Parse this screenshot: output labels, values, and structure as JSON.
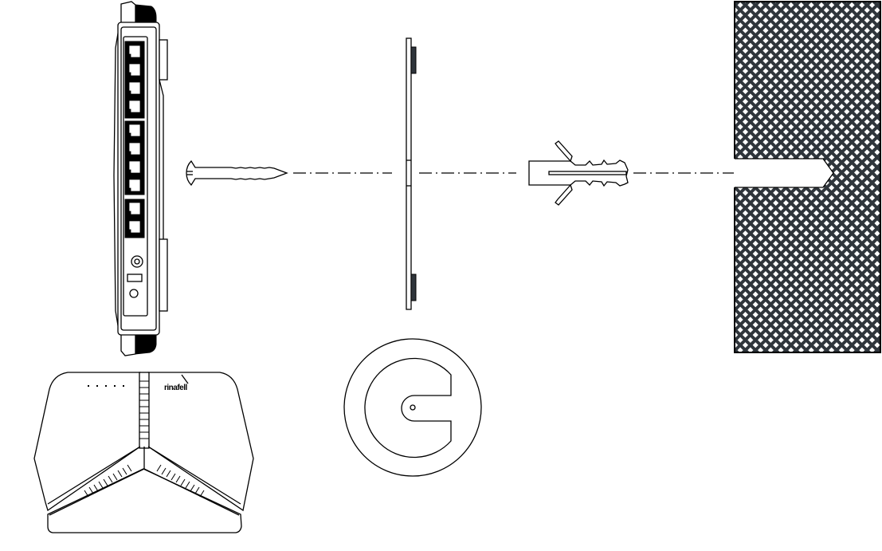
{
  "diagram": {
    "type": "wall-mount installation illustration",
    "components": [
      {
        "id": "router-side-view",
        "label": "Router (side view with ports)",
        "ports": 10,
        "extra": [
          "power-jack",
          "switch",
          "button"
        ]
      },
      {
        "id": "screw",
        "label": "Screw"
      },
      {
        "id": "mounting-plate",
        "label": "Mounting bracket (side view)"
      },
      {
        "id": "wall-anchor",
        "label": "Plastic wall anchor"
      },
      {
        "id": "wall",
        "label": "Wall with drilled hole"
      },
      {
        "id": "router-front-view",
        "label": "Router (top view)",
        "led_count": 5
      },
      {
        "id": "mounting-plate-front",
        "label": "Mounting bracket (front view)"
      }
    ],
    "logo_text": "rinafell",
    "colors": {
      "line": "#000000",
      "background": "#ffffff",
      "wall_hatch": "#2f353b",
      "pad": "#2f353b"
    }
  }
}
